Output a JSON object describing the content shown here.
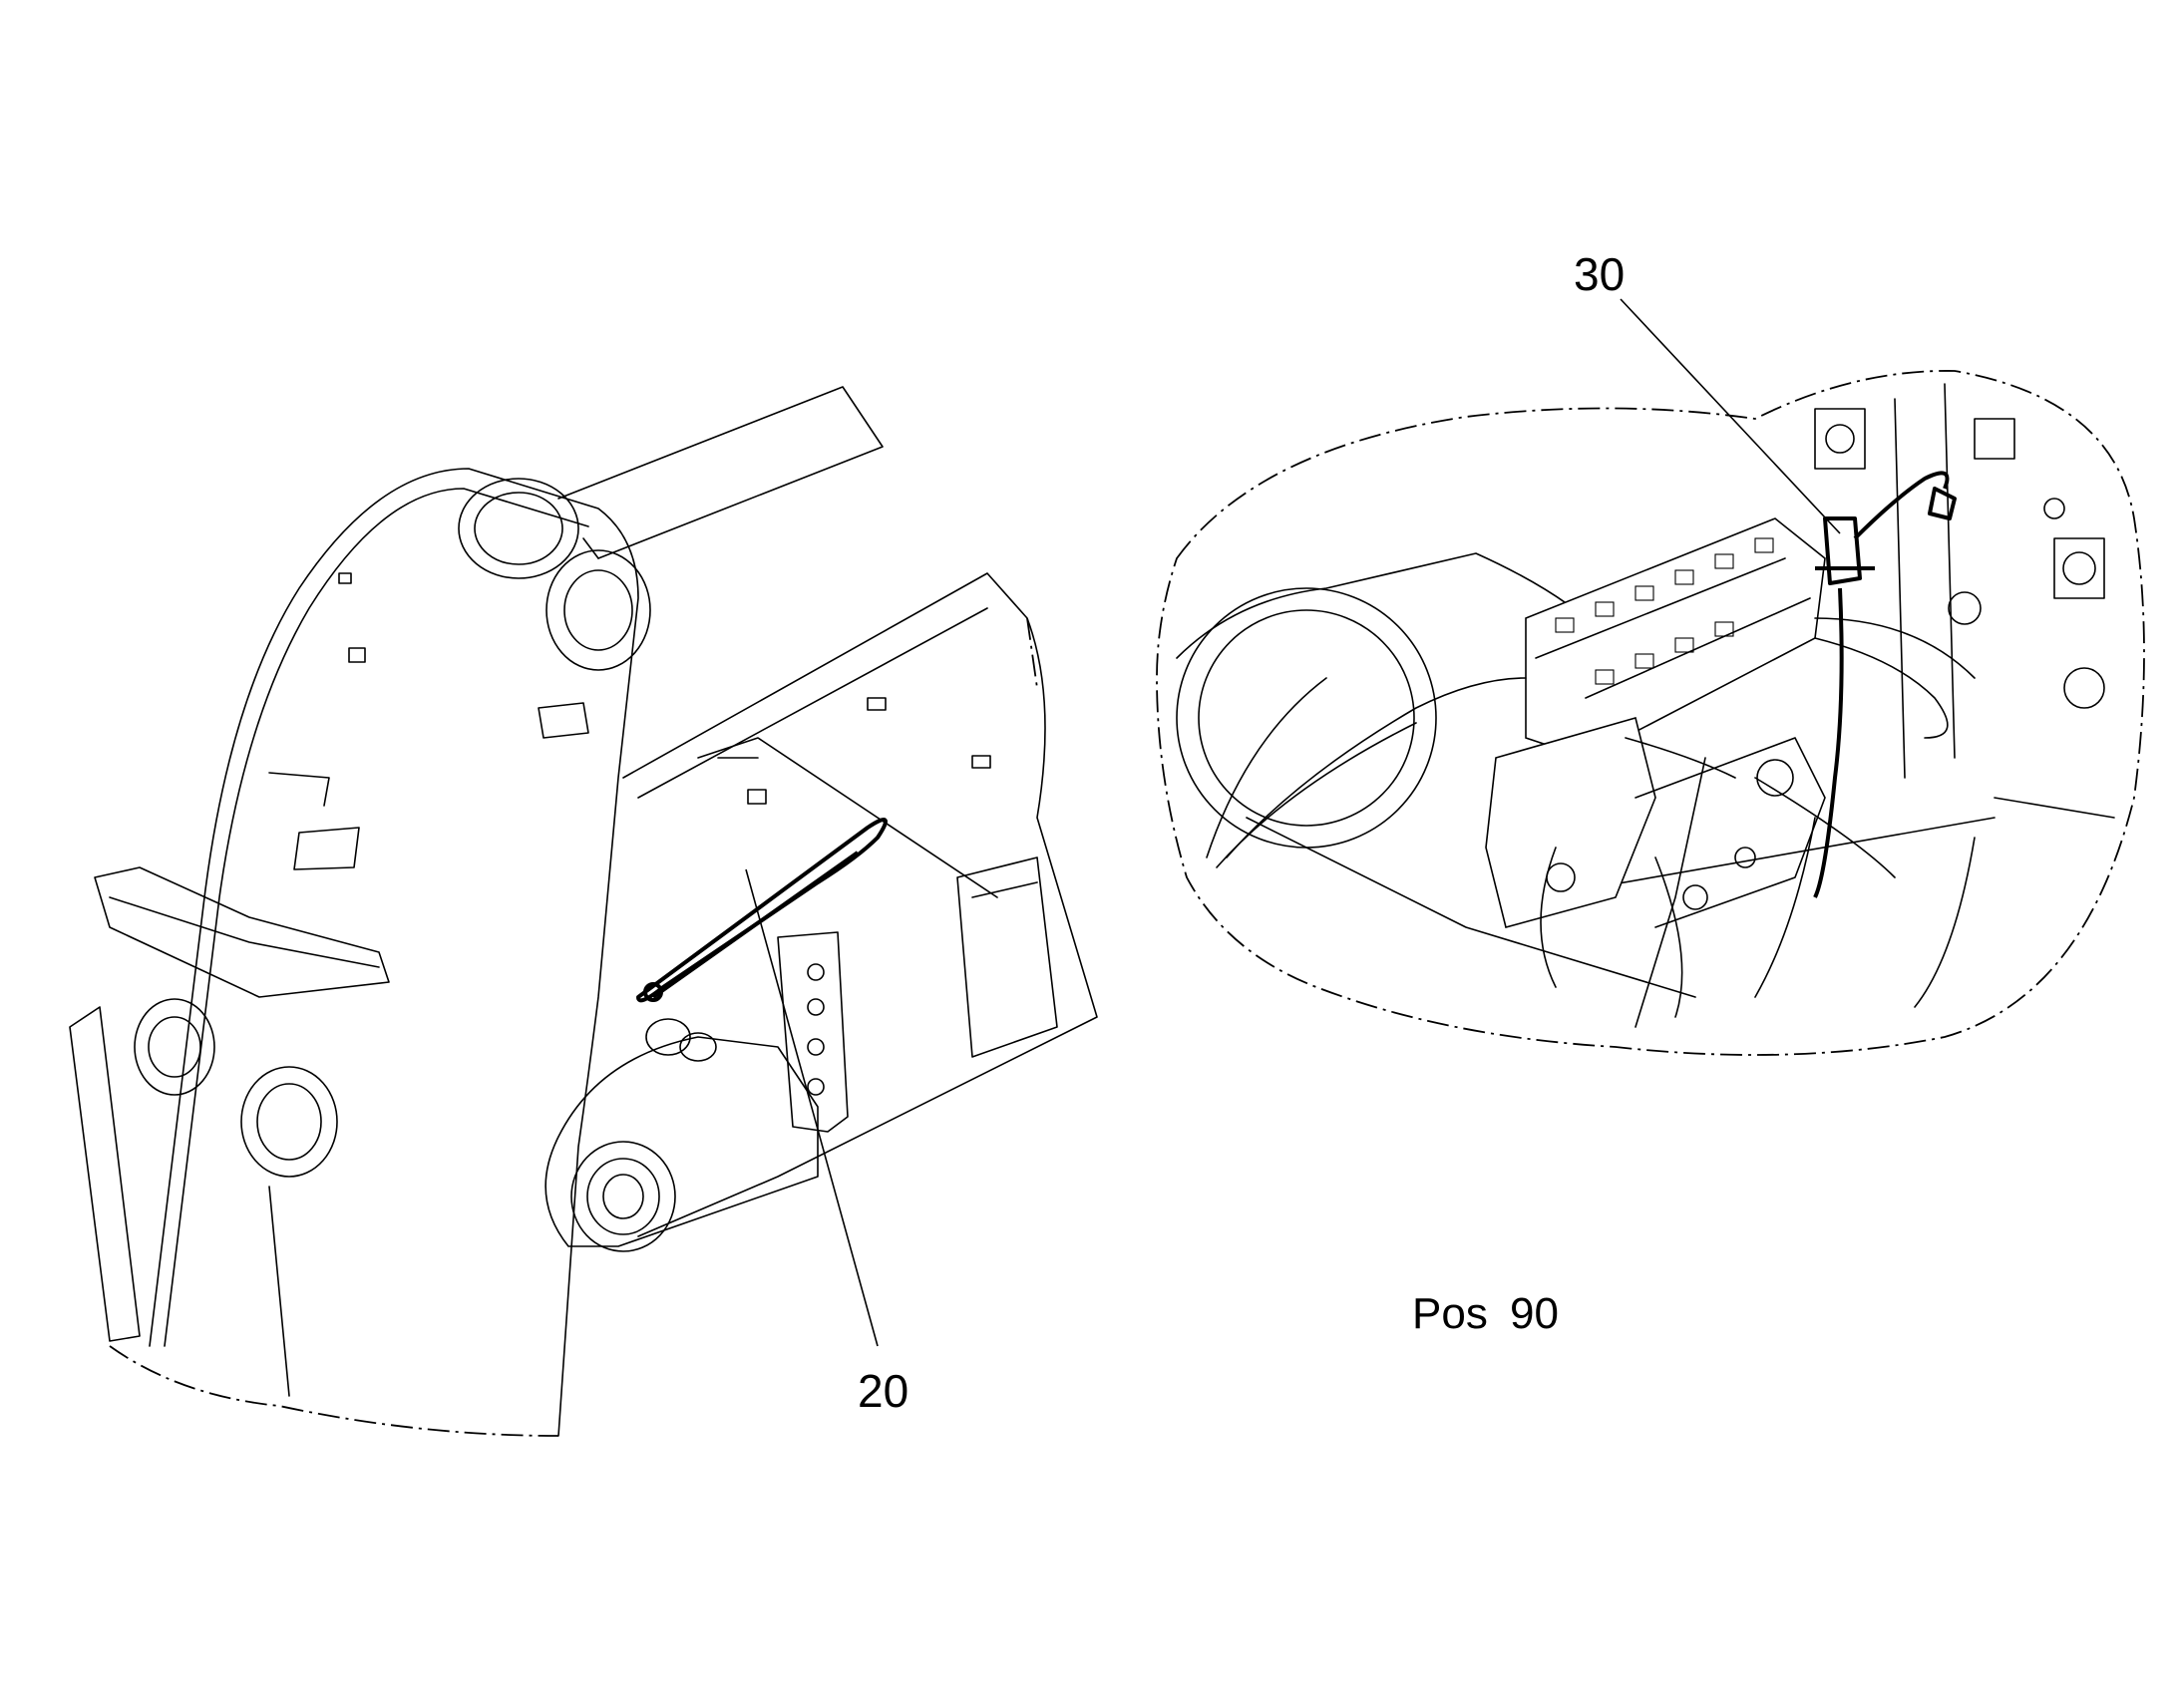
{
  "drawing": {
    "callouts": [
      {
        "id": "20",
        "label": "20"
      },
      {
        "id": "30",
        "label": "30"
      }
    ],
    "position_label": "Pos  90"
  }
}
